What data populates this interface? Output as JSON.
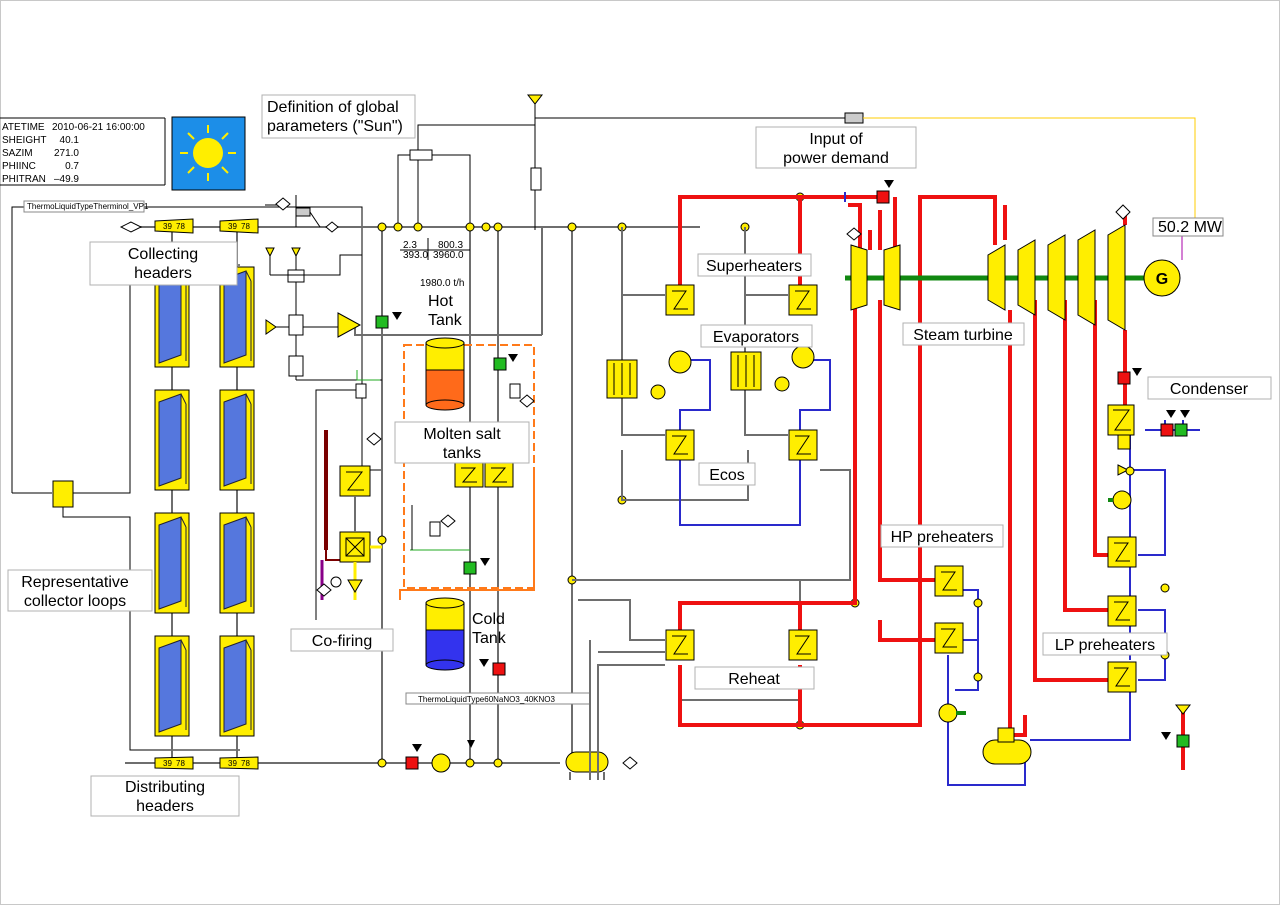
{
  "labels": {
    "global_params": [
      "Definition of global",
      "parameters (\"Sun\")"
    ],
    "collecting_headers": [
      "Collecting",
      "headers"
    ],
    "distributing_headers": [
      "Distributing",
      "headers"
    ],
    "representative_loops": [
      "Representative",
      "collector loops"
    ],
    "co_firing": "Co-firing",
    "molten_salt_tanks": [
      "Molten salt",
      "tanks"
    ],
    "hot_tank": [
      "Hot",
      "Tank"
    ],
    "cold_tank": [
      "Cold",
      "Tank"
    ],
    "power_demand": [
      "Input of",
      "power demand"
    ],
    "superheaters": "Superheaters",
    "evaporators": "Evaporators",
    "ecos": "Ecos",
    "reheat": "Reheat",
    "steam_turbine": "Steam turbine",
    "hp_preheaters": "HP preheaters",
    "lp_preheaters": "LP preheaters",
    "condenser": "Condenser",
    "generator": "G",
    "power_output": "50.2  MW"
  },
  "sun_params": [
    {
      "name": "ATETIME",
      "value": "2010-06-21 16:00:00"
    },
    {
      "name": "SHEIGHT",
      "value": "40.1"
    },
    {
      "name": "SAZIM",
      "value": "271.0"
    },
    {
      "name": "PHIINC",
      "value": "0.7"
    },
    {
      "name": "PHITRAN",
      "value": "–49.9"
    }
  ],
  "fluids": {
    "thermal_oil": "ThermoLiquidTypeTherminol_VP1",
    "salt": "ThermoLiquidType60NaNO3_40KNO3"
  },
  "readouts": {
    "r1": "2.3",
    "r2": "800.3",
    "r3": "393.0",
    "r4": "3960.0",
    "hot_flow": "1980.0  t/h",
    "hdr_a": "39",
    "hdr_b": "78"
  },
  "colors": {
    "steam": "#ee1111",
    "water": "#2a2acc",
    "oil": "#6e6e6e",
    "component": "#ffee00",
    "shaft": "#118811",
    "collector": "#5577dd"
  }
}
